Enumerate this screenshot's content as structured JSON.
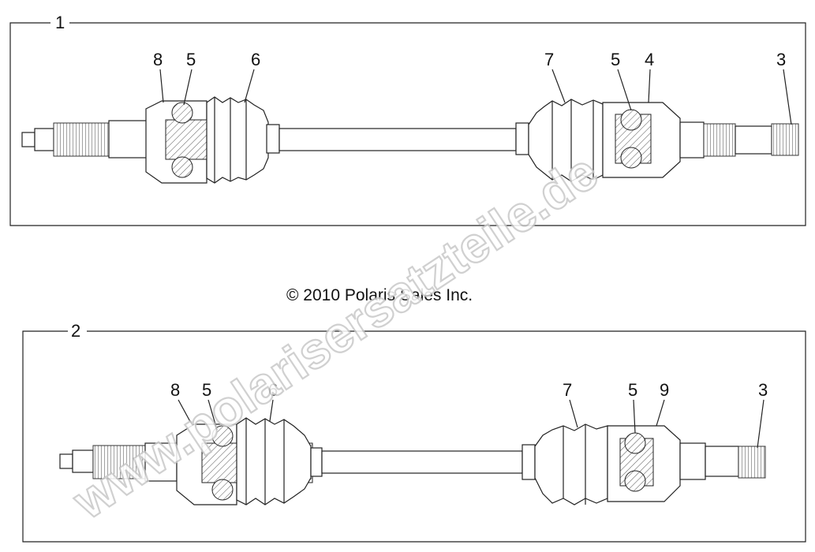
{
  "copyright": "© 2010 Polaris Sales Inc.",
  "watermark": "www.polarisersatzteile.de",
  "assemblies": [
    {
      "id": "1",
      "callouts": [
        "8",
        "5",
        "6",
        "7",
        "5",
        "4",
        "3"
      ]
    },
    {
      "id": "2",
      "callouts": [
        "8",
        "5",
        "6",
        "7",
        "5",
        "9",
        "3"
      ]
    }
  ]
}
